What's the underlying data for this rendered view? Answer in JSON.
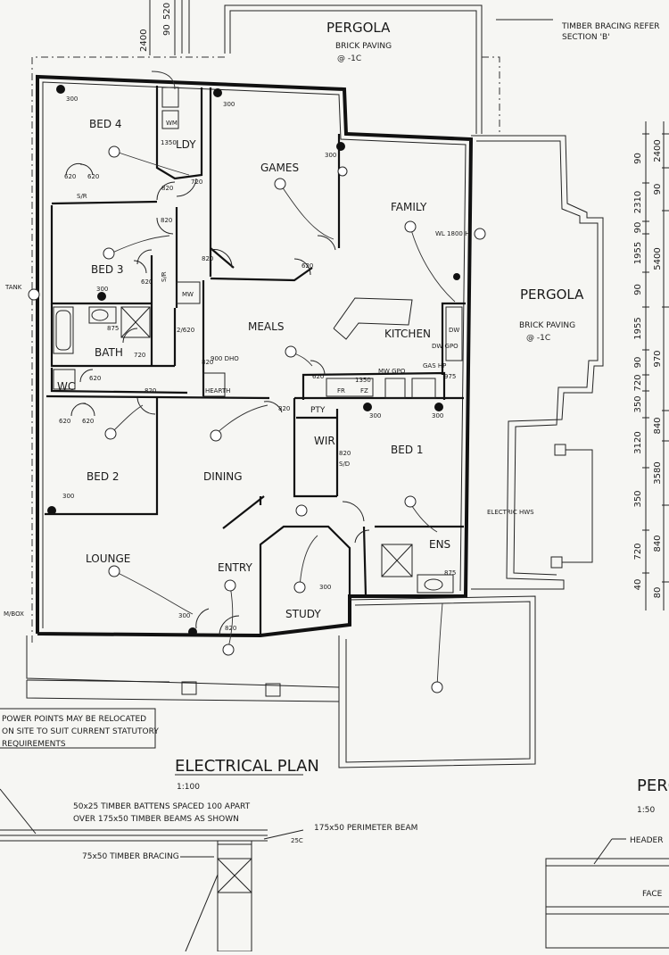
{
  "rooms": {
    "bed4": "BED 4",
    "ldy": "LDY",
    "games": "GAMES",
    "family": "FAMILY",
    "bed3": "BED 3",
    "bath": "BATH",
    "wc": "WC",
    "meals": "MEALS",
    "kitchen": "KITCHEN",
    "bed2": "BED 2",
    "dining": "DINING",
    "wir": "WIR",
    "bed1": "BED 1",
    "ens": "ENS",
    "lounge": "LOUNGE",
    "entry": "ENTRY",
    "study": "STUDY",
    "pty": "PTY"
  },
  "pergola_top": {
    "title": "PERGOLA",
    "paving": "BRICK PAVING",
    "level": "@ -1C"
  },
  "pergola_right": {
    "title": "PERGOLA",
    "paving": "BRICK PAVING",
    "level": "@ -1C"
  },
  "fixtures": {
    "wm": "WM",
    "s_r": "S/R",
    "mw": "MW",
    "wl": "WL 1800 H",
    "dw": "DW",
    "dw_gpo": "DW GPO",
    "fr": "FR",
    "fz": "FZ",
    "mw_gpo": "MW GPO",
    "gas_hp": "GAS HP",
    "hearth": "HEARTH",
    "dho": "900 DHO",
    "s_d": "S/D",
    "tank": "TANK",
    "mbox": "M/BOX",
    "electric_hws": "ELECTRIC HWS"
  },
  "sizes": {
    "s300": "300",
    "s620": "620",
    "s720": "720",
    "s820": "820",
    "s875": "875",
    "s975": "975",
    "s1350": "1350",
    "s2_620": "2/620",
    "s1350fz": "1350"
  },
  "right_dims": {
    "outer": [
      "90",
      "2310",
      "90",
      "1955",
      "90",
      "1955",
      "90",
      "720",
      "350",
      "3120",
      "350",
      "720",
      "40"
    ],
    "inner": [
      "2400",
      "90",
      "5400",
      "970",
      "840",
      "3580",
      "840",
      "80"
    ]
  },
  "top_dims": [
    "2400",
    "90",
    "520"
  ],
  "notes": {
    "timber_bracing": "TIMBER BRACING REFER",
    "section": "SECTION 'B'",
    "power": [
      "POWER POINTS MAY BE RELOCATED",
      "ON SITE TO SUIT CURRENT STATUTORY",
      "REQUIREMENTS"
    ]
  },
  "title": {
    "main": "ELECTRICAL PLAN",
    "scale": "1:100"
  },
  "detail": {
    "battens": "50x25 TIMBER BATTENS SPACED 100 APART",
    "beams": "OVER 175x50 TIMBER BEAMS AS SHOWN",
    "perimeter": "175x50 PERIMETER BEAM",
    "bracing": "75x50 TIMBER BRACING",
    "tag": "25C"
  },
  "detail_right": {
    "title": "PERG",
    "scale": "1:50",
    "header": "HEADER",
    "face": "FACE"
  }
}
